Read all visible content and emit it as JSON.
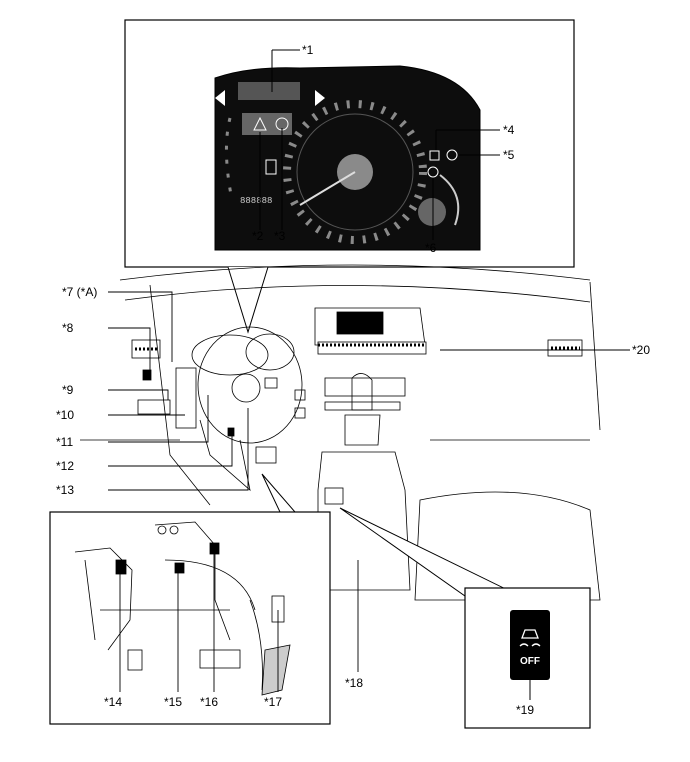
{
  "callouts": {
    "c1": "*1",
    "c2": "*2",
    "c3": "*3",
    "c4": "*4",
    "c5": "*5",
    "c6": "*6",
    "c7": "*7 (*A)",
    "c8": "*8",
    "c9": "*9",
    "c10": "*10",
    "c11": "*11",
    "c12": "*12",
    "c13": "*13",
    "c14": "*14",
    "c15": "*15",
    "c16": "*16",
    "c17": "*17",
    "c18": "*18",
    "c19": "*19",
    "c20": "*20"
  },
  "cluster": {
    "odometer_readout": "888888"
  },
  "switch": {
    "label": "OFF"
  },
  "colors": {
    "line": "#000000",
    "cluster_bg": "#0d0d0d",
    "gauge_grey": "#8a8a8a",
    "switch_bg": "#000000"
  },
  "icons": [
    "master-warning-icon",
    "brake-warning-icon",
    "vsc-warning-icon",
    "slip-indicator-icon",
    "check-engine-icon",
    "traction-off-icon"
  ]
}
